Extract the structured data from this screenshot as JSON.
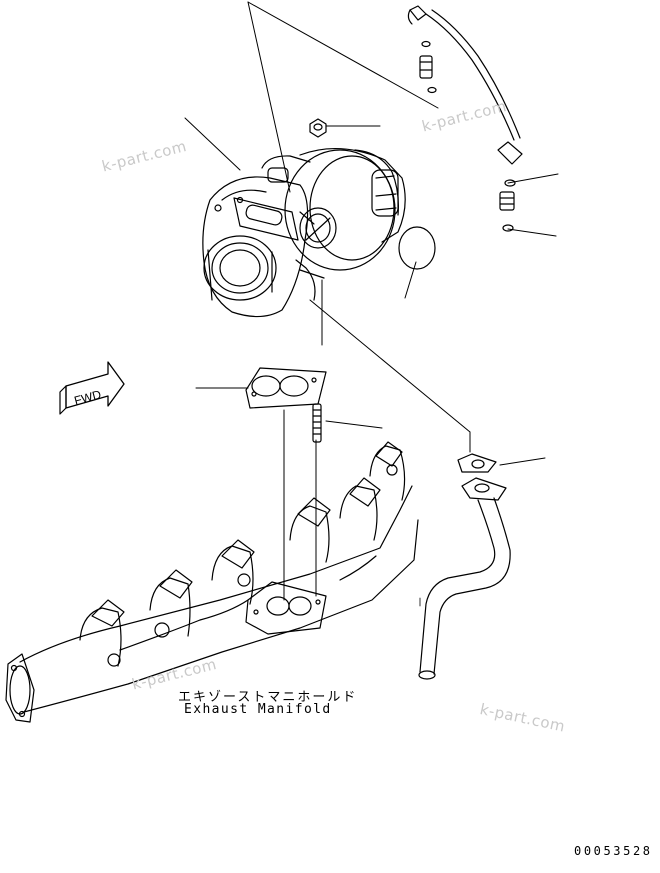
{
  "caption": {
    "japanese": "エキゾーストマニホールド",
    "english": "Exhaust Manifold"
  },
  "fwd_label": "FWD",
  "document_number": "00053528",
  "watermarks": [
    "k-part.com",
    "k-part.com",
    "k-part.com",
    "k-part.com"
  ]
}
